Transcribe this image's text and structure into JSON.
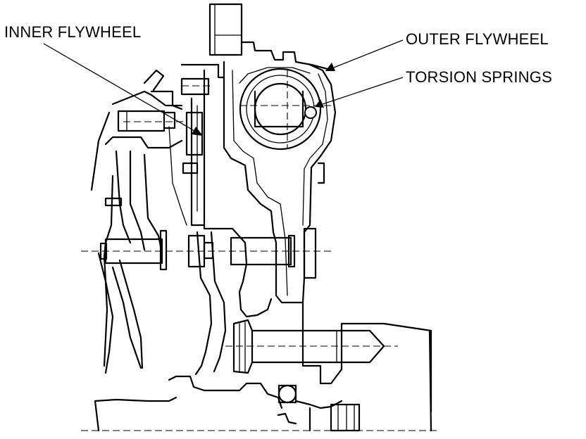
{
  "labels": {
    "inner_flywheel": "INNER FLYWHEEL",
    "outer_flywheel": "OUTER FLYWHEEL",
    "torsion_springs": "TORSION SPRINGS"
  },
  "colors": {
    "line": "#000000",
    "background": "#ffffff"
  }
}
